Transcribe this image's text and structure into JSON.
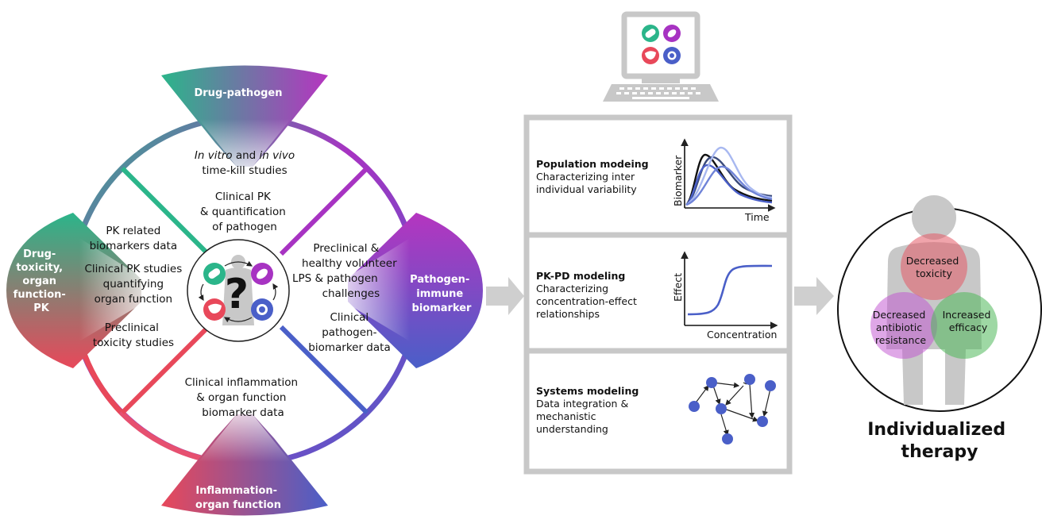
{
  "circle": {
    "top_petal": "Drug-pathogen",
    "left_petal": [
      "Drug-",
      "toxicity,",
      "organ",
      "function-",
      "PK"
    ],
    "right_petal": [
      "Pathogen-",
      "immune",
      "biomarker"
    ],
    "bottom_petal": [
      "Inflammation-",
      "organ function"
    ],
    "q_top": {
      "l1a": "In vitro",
      "l1b": " and ",
      "l1c": "in vivo",
      "l2": "time-kill studies"
    },
    "q_top_inner": [
      "Clinical PK",
      "& quantification",
      "of pathogen"
    ],
    "q_left": [
      "PK related",
      "biomarkers data",
      "Clinical PK studies",
      "quantifying",
      "organ function",
      "Preclinical",
      "toxicity studies"
    ],
    "q_right": [
      "Preclinical &",
      "healthy volunteer",
      "LPS & pathogen",
      "challenges",
      "Clinical",
      "pathogen-",
      "biomarker data"
    ],
    "q_bottom": [
      "Clinical inflammation",
      "& organ function",
      "biomarker data"
    ],
    "center": "?"
  },
  "models": {
    "population": {
      "title": "Population modeing",
      "desc": [
        "Characterizing inter",
        "individual variability"
      ],
      "ylabel": "Biomarker",
      "xlabel": "Time"
    },
    "pkpd": {
      "title": "PK-PD modeling",
      "desc": [
        "Characterizing",
        "concentration-effect",
        "relationships"
      ],
      "ylabel": "Effect",
      "xlabel": "Concentration"
    },
    "systems": {
      "title": "Systems modeling",
      "desc": [
        "Data integration &",
        "mechanistic",
        "understanding"
      ]
    }
  },
  "outcome": {
    "toxicity": [
      "Decreased",
      "toxicity"
    ],
    "resistance": [
      "Decreased",
      "antibiotic",
      "resistance"
    ],
    "efficacy": [
      "Increased",
      "efficacy"
    ],
    "caption": [
      "Individualized",
      "therapy"
    ]
  },
  "colors": {
    "teal": "#2bb58a",
    "purple": "#a733c2",
    "red": "#e8485a",
    "blue": "#4a5fc8",
    "gray": "#c8c8c8"
  }
}
